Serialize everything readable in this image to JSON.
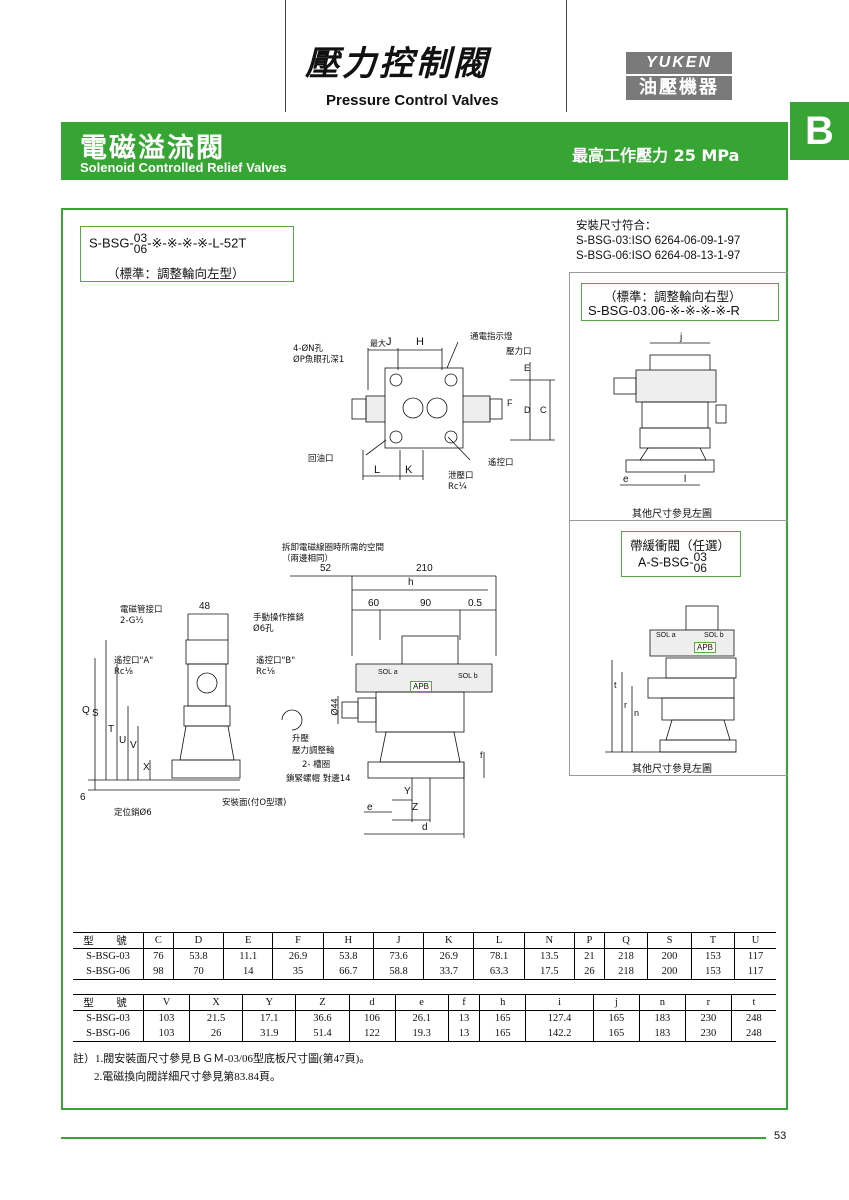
{
  "header": {
    "title_zh": "壓力控制閥",
    "title_en": "Pressure Control Valves",
    "logo_top": "YUKEN",
    "logo_bottom": "油壓機器",
    "section_tab": "B"
  },
  "band": {
    "title_zh": "電磁溢流閥",
    "title_en": "Solenoid Controlled Relief Valves",
    "max_pressure": "最高工作壓力  25 MPa"
  },
  "model_box": {
    "prefix": "S-BSG-",
    "sup": "03",
    "sub": "06",
    "suffix": "-※-※-※-※-L-52T",
    "standard": "（標準：調整輪向左型）"
  },
  "install": {
    "heading": "安裝尺寸符合：",
    "line1": "S-BSG-03:ISO 6264-06-09-1-97",
    "line2": "S-BSG-06:ISO 6264-08-13-1-97"
  },
  "right_box": {
    "standard": "（標準：調整輪向右型）",
    "model": "S-BSG-03.06-※-※-※-※-R",
    "caption": "其他尺寸參見左圖"
  },
  "buffer_box": {
    "title": "帶緩衝閥（任選）",
    "model_prefix": "A-S-BSG-",
    "sup": "03",
    "sub": "06",
    "caption": "其他尺寸參見左圖"
  },
  "top_view_labels": {
    "holes": "4-ØN孔",
    "counterbore": "ØP魚眼孔深1",
    "max": "最大",
    "J": "J",
    "H": "H",
    "indicator": "通電指示燈",
    "pressure_port": "壓力口",
    "E": "E",
    "F": "F",
    "D": "D",
    "C": "C",
    "return_port": "回油口",
    "L": "L",
    "K": "K",
    "drain_port": "泄壓口",
    "rc": "Rc¼",
    "remote_port": "遙控口"
  },
  "side_labels": {
    "dismount_space": "拆卸電磁線圈時所需的空間",
    "both_sides": "（兩邊相同）",
    "d52": "52",
    "d210": "210",
    "h": "h",
    "d60": "60",
    "d90": "90",
    "d05": "0.5",
    "d48": "48",
    "coil_conn": "電磁管接口",
    "g12": "2-G½",
    "manual_pin": "手動操作推銷",
    "phi6_hole": "Ø6孔",
    "remote_a": "遙控口\"A\"",
    "rc18_a": "Rc⅛",
    "remote_b": "遙控口\"B\"",
    "rc18_b": "Rc⅛",
    "phi44": "Ø44",
    "rise": "升壓",
    "adjust_knob": "壓力調整輪",
    "two_wheel": "2- 槽圈",
    "lock_nut": "鎖緊螺帽 對邊14",
    "Q": "Q",
    "S": "S",
    "T": "T",
    "U": "U",
    "V": "V",
    "X": "X",
    "six": "6",
    "locate": "定位銷Ø6",
    "mount_face": "安裝面(付O型環)",
    "e": "e",
    "Y": "Y",
    "Z": "Z",
    "d": "d",
    "f": "f",
    "j": "j",
    "l": "l",
    "t": "t",
    "r": "r",
    "n": "n",
    "sol_a": "SOL a",
    "sol_b": "SOL b",
    "apb": "APB"
  },
  "table1": {
    "header": [
      "型　號",
      "C",
      "D",
      "E",
      "F",
      "H",
      "J",
      "K",
      "L",
      "N",
      "P",
      "Q",
      "S",
      "T",
      "U"
    ],
    "rows": [
      [
        "S-BSG-03",
        "76",
        "53.8",
        "11.1",
        "26.9",
        "53.8",
        "73.6",
        "26.9",
        "78.1",
        "13.5",
        "21",
        "218",
        "200",
        "153",
        "117"
      ],
      [
        "S-BSG-06",
        "98",
        "70",
        "14",
        "35",
        "66.7",
        "58.8",
        "33.7",
        "63.3",
        "17.5",
        "26",
        "218",
        "200",
        "153",
        "117"
      ]
    ]
  },
  "table2": {
    "header": [
      "型　號",
      "V",
      "X",
      "Y",
      "Z",
      "d",
      "e",
      "f",
      "h",
      "i",
      "j",
      "n",
      "r",
      "t"
    ],
    "rows": [
      [
        "S-BSG-03",
        "103",
        "21.5",
        "17.1",
        "36.6",
        "106",
        "26.1",
        "13",
        "165",
        "127.4",
        "165",
        "183",
        "230",
        "248"
      ],
      [
        "S-BSG-06",
        "103",
        "26",
        "31.9",
        "51.4",
        "122",
        "19.3",
        "13",
        "165",
        "142.2",
        "165",
        "183",
        "230",
        "248"
      ]
    ]
  },
  "notes": {
    "n1": "註）1.閥安裝面尺寸參見ＢＧＭ-03/06型底板尺寸圖(第47頁)。",
    "n2": "2.電磁換向閥詳細尺寸參見第83.84頁。"
  },
  "footer": {
    "page": "53"
  }
}
